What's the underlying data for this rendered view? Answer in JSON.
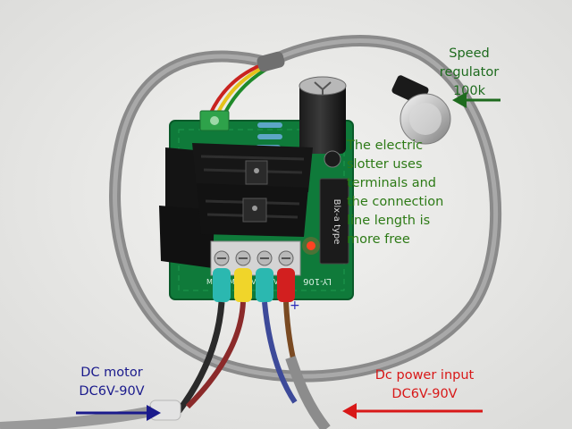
{
  "annotations": {
    "speed_regulator": {
      "lines": [
        "Speed",
        "regulator",
        "100k"
      ],
      "color": "#1e6b1e"
    },
    "slotter_note": {
      "lines": [
        "The electric",
        "slotter uses",
        "terminals and",
        "the connection",
        "line length is",
        "more free"
      ],
      "color": "#2d7a16"
    },
    "dc_motor": {
      "lines": [
        "DC motor",
        "DC6V-90V"
      ],
      "color": "#1a1a8c"
    },
    "power_input": {
      "lines": [
        "Dc power input",
        "DC6V-90V"
      ],
      "color": "#d81818"
    }
  },
  "board": {
    "model_label": "LY-106",
    "relay_label": "Blx-a type",
    "terminal_labels": [
      "M-",
      "M+",
      "V-",
      "V+"
    ]
  },
  "colors": {
    "pcb": "#0f7a3a",
    "heatsink": "#141414",
    "cable": "#8c8c8c",
    "background": "#e9e9e7"
  }
}
